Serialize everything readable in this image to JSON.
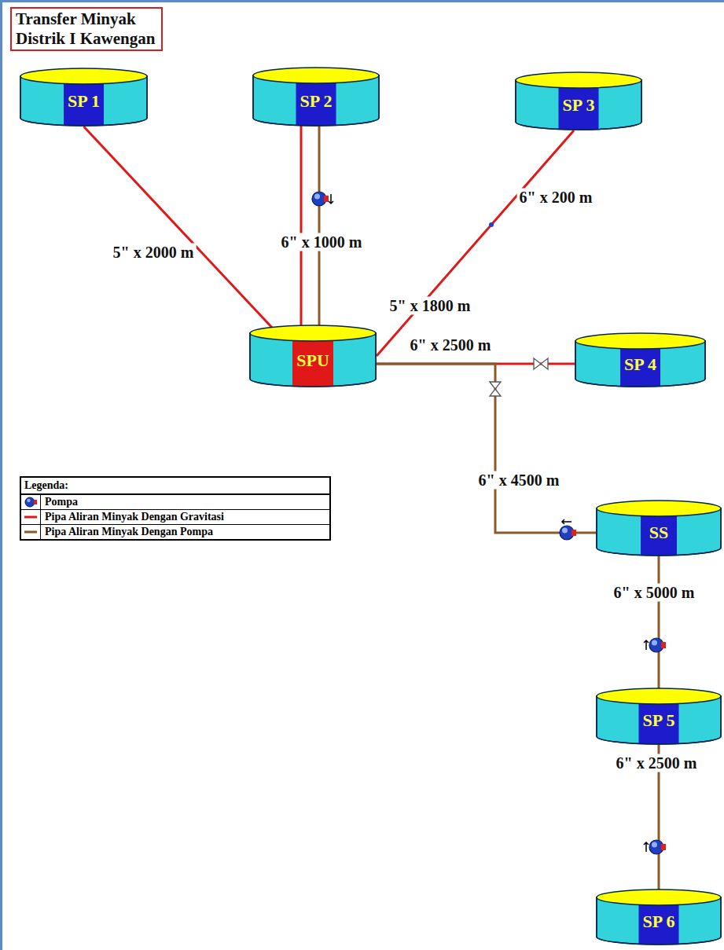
{
  "diagram": {
    "title": "Transfer Minyak Distrik I Kawengan",
    "nodes": [
      {
        "text": [
          "SP 1"
        ]
      },
      {
        "text": [
          "SP 2"
        ]
      },
      {
        "text": [
          "SP 3"
        ]
      },
      {
        "text": [
          "SPU"
        ]
      },
      {
        "text": [
          "SP 4"
        ]
      },
      {
        "text": [
          "SS"
        ]
      },
      {
        "text": [
          "SP 5"
        ]
      },
      {
        "text": [
          "SP 6"
        ]
      }
    ],
    "edges": [
      {
        "from": 0,
        "to": 3,
        "arrow": "none",
        "label": "5\" x 2000 m"
      },
      {
        "from": 1,
        "to": 3,
        "arrow": "none",
        "label": "6\" x 1000 m"
      },
      {
        "from": 1,
        "to": 3,
        "arrow": "none"
      },
      {
        "from": 2,
        "to": 3,
        "arrow": "none",
        "label": "5\" x 1800 m"
      },
      {
        "from": 3,
        "to": 4,
        "arrow": "none",
        "label": "6\" x 2500 m"
      },
      {
        "from": 5,
        "to": 3,
        "arrow": "none",
        "label": "6\" x 4500 m"
      },
      {
        "from": 6,
        "to": 5,
        "arrow": "none",
        "label": "6\" x 5000 m"
      },
      {
        "from": 7,
        "to": 6,
        "arrow": "none",
        "label": "6\" x 2500 m"
      }
    ],
    "labels": [
      "6\" x 200 m",
      "Legenda:"
    ],
    "legend": [
      {
        "text": "Pompa"
      },
      {
        "text": "Pipa Aliran Minyak Dengan Gravitasi"
      },
      {
        "text": "Pipa Aliran Minyak Dengan Pompa"
      }
    ]
  }
}
